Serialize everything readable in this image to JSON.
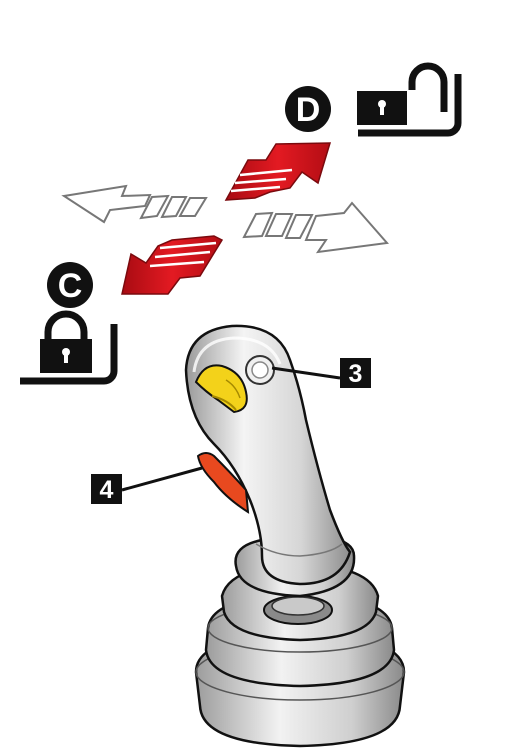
{
  "labels": {
    "unlock_position": "D",
    "lock_position": "C",
    "callout_button": "3",
    "callout_trigger": "4"
  },
  "icons": {
    "unlocked": "padlock-open-icon",
    "locked": "padlock-closed-icon"
  },
  "colors": {
    "active_arrow": "#d4121e",
    "inactive_arrow": "#ffffff",
    "knob": "#f3d21a",
    "trigger": "#e8491f",
    "body": "#dedede",
    "ink": "#111111"
  }
}
